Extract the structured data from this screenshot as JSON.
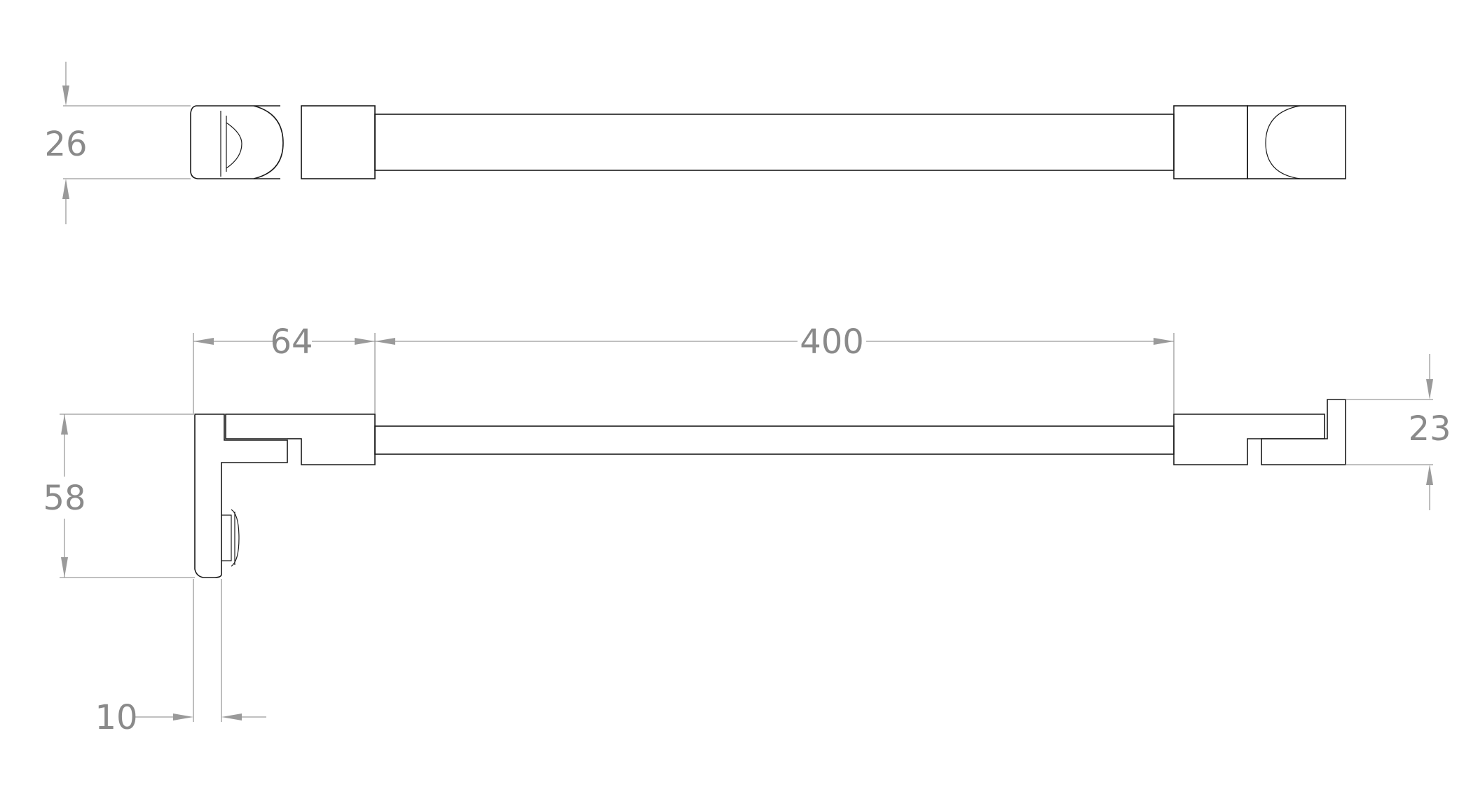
{
  "dimensions": {
    "top_height": "26",
    "left_offset": "64",
    "bar_length": "400",
    "right_height": "23",
    "side_height": "58",
    "base_thickness": "10"
  },
  "colors": {
    "line": "#1a1a1a",
    "dimension": "#9a9a9a",
    "dimension_text": "#8a8a8a",
    "background": "#ffffff"
  }
}
